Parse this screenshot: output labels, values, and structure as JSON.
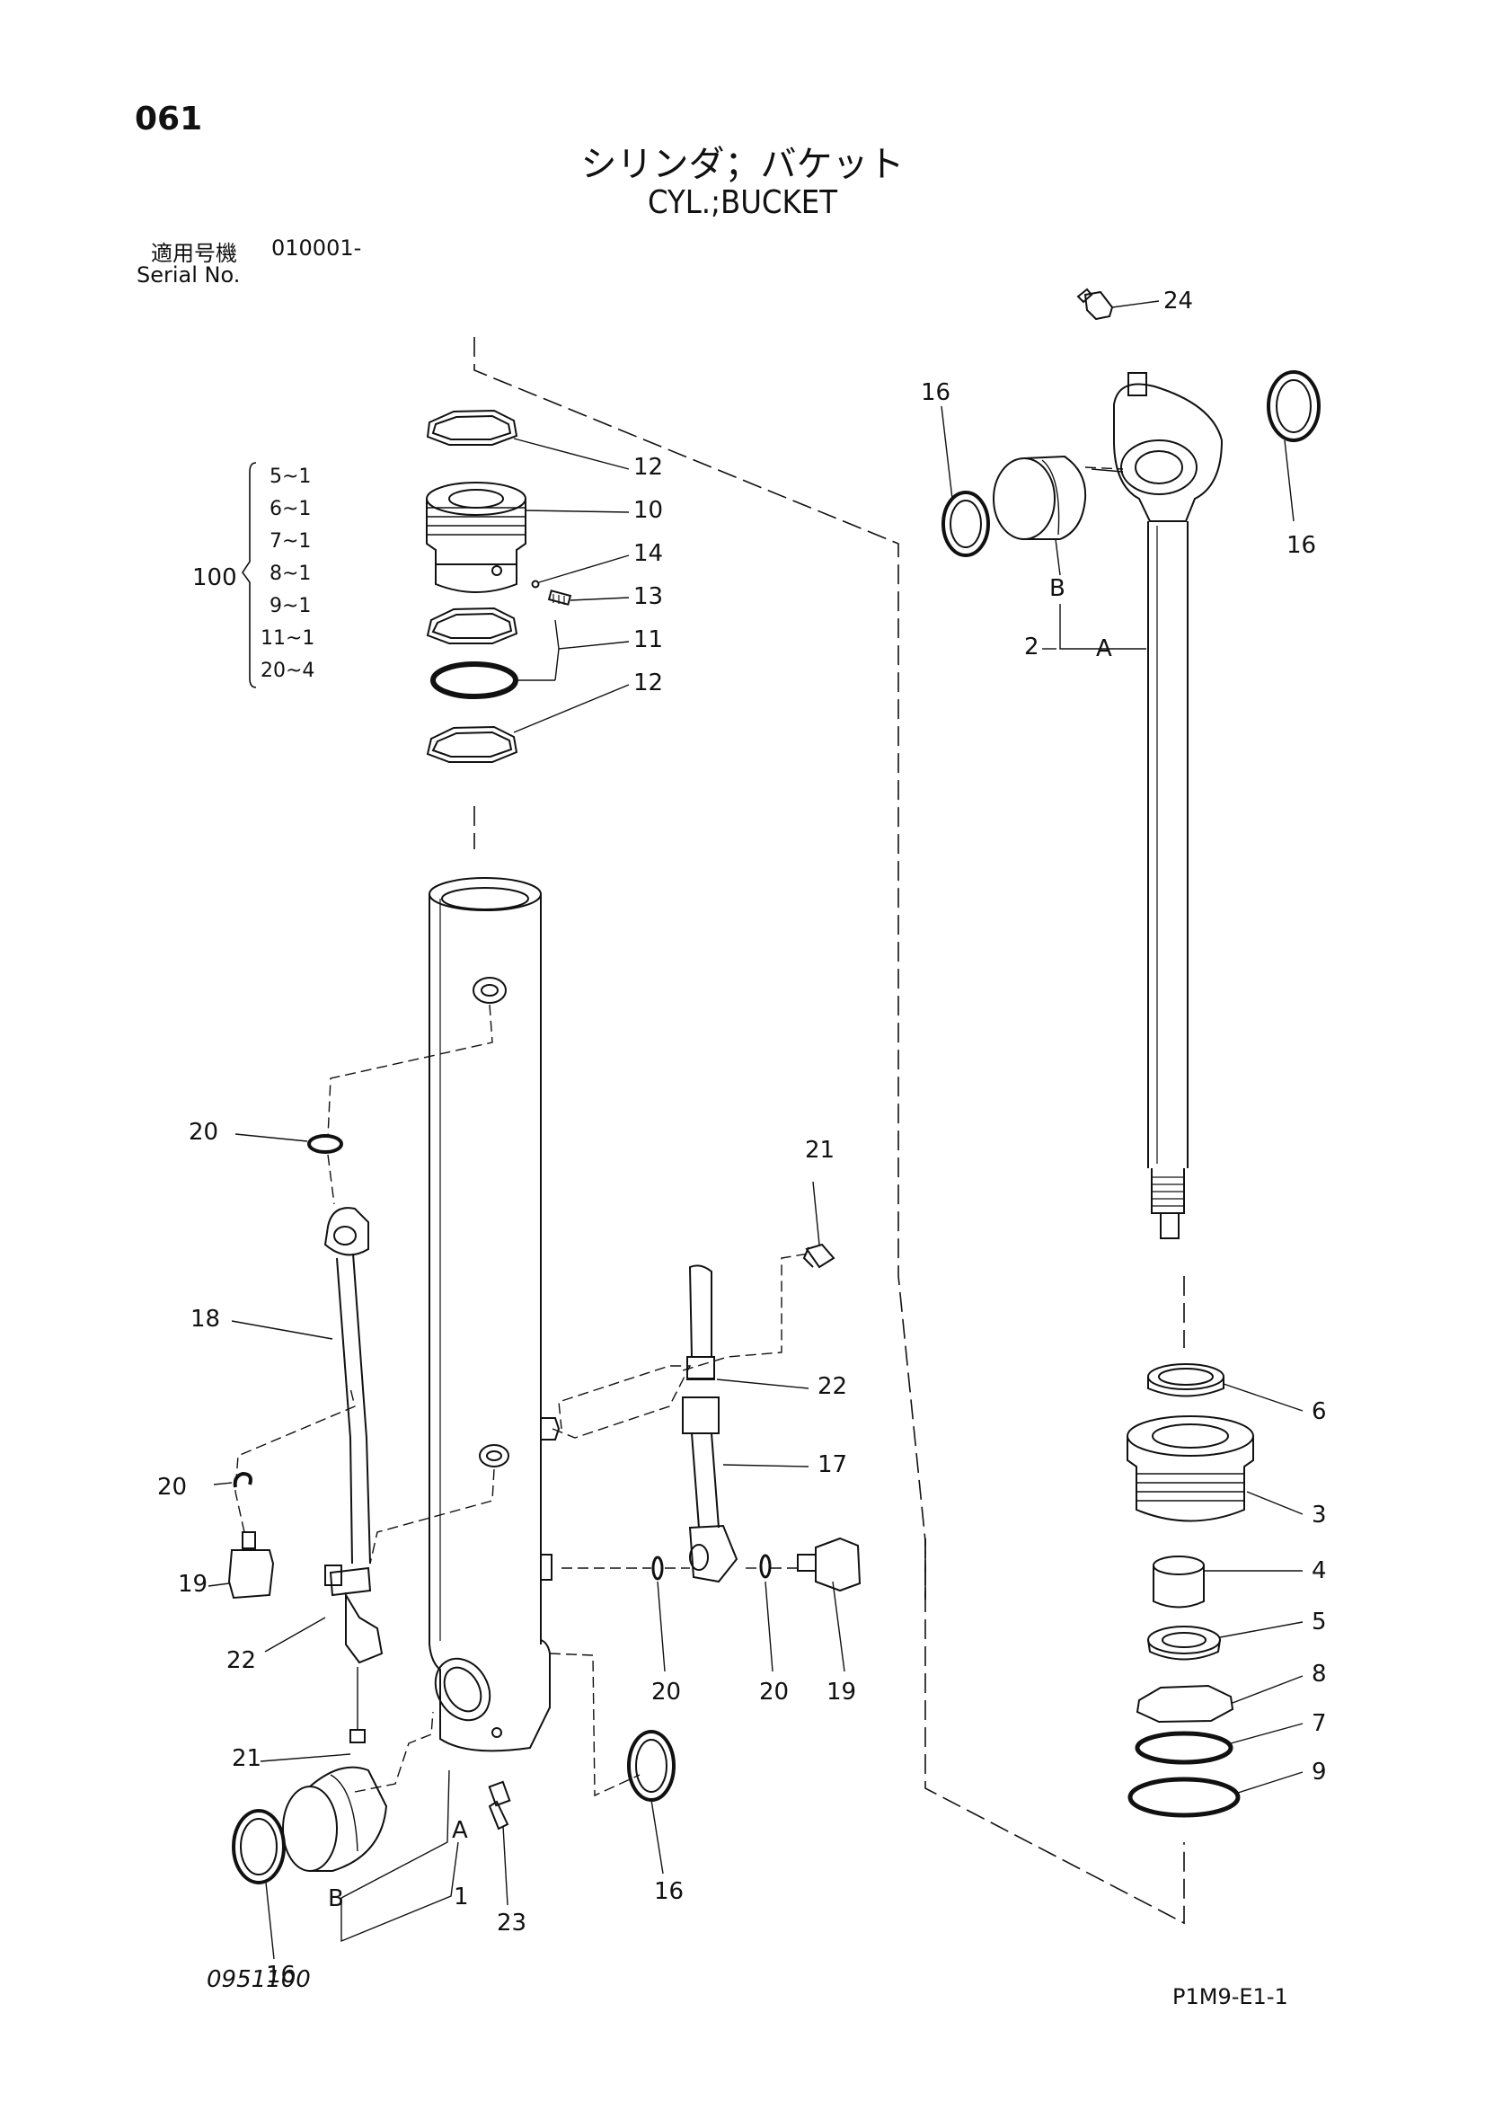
{
  "header": {
    "page_number": "061",
    "title_jp": "シリンダ；バケット",
    "title_en": "CYL.;BUCKET",
    "serial_label_jp": "適用号機",
    "serial_value": "010001-",
    "serial_label_en": "Serial No."
  },
  "footer": {
    "drawing_number": "0951100",
    "sheet_code": "P1M9-E1-1"
  },
  "kit": {
    "number": "100",
    "items": [
      "5~1",
      "6~1",
      "7~1",
      "8~1",
      "9~1",
      "11~1",
      "20~4"
    ]
  },
  "callouts": {
    "c12a": "12",
    "c10": "10",
    "c14": "14",
    "c13": "13",
    "c11": "11",
    "c12b": "12",
    "c24": "24",
    "c16a": "16",
    "c16b": "16",
    "cB_rod": "B",
    "c2": "2",
    "cA_rod": "A",
    "c20a": "20",
    "c18": "18",
    "c20b": "20",
    "c19a": "19",
    "c22a": "22",
    "c21a": "21",
    "c21b": "21",
    "c22b": "22",
    "c17": "17",
    "c20c": "20",
    "c20d": "20",
    "c19b": "19",
    "c6": "6",
    "c3": "3",
    "c4": "4",
    "c5": "5",
    "c8": "8",
    "c7": "7",
    "c9": "9",
    "c16c": "16",
    "c16d": "16",
    "c23": "23",
    "cA_tube": "A",
    "c1": "1",
    "cB_tube": "B"
  }
}
